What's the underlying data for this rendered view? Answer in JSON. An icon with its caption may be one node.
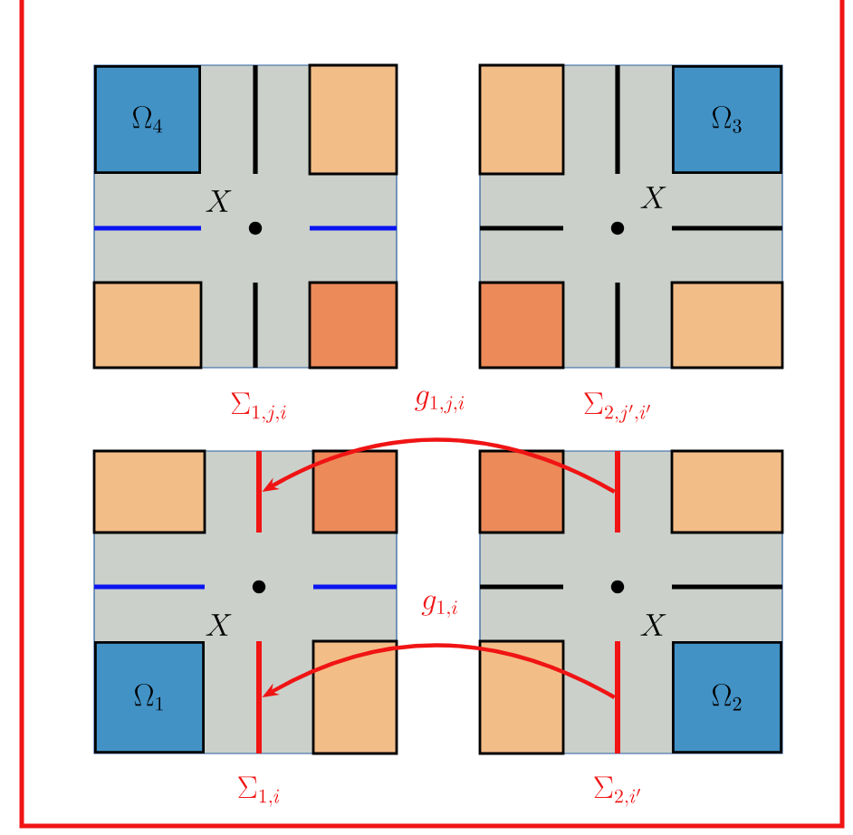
{
  "diagram": {
    "nodes": [
      {
        "text": [
          "\\Omega_4"
        ]
      },
      {
        "text": [
          "\\Omega_3"
        ]
      },
      {
        "text": [
          "\\Sigma_{1,j,i}"
        ]
      },
      {
        "text": [
          "\\Sigma_{2,j',i'}"
        ]
      },
      {
        "text": [
          "\\Omega_1"
        ]
      },
      {
        "text": [
          "\\Omega_2"
        ]
      },
      {
        "text": [
          "\\Sigma_{1,i}"
        ]
      },
      {
        "text": [
          "\\Sigma_{2,i'}"
        ]
      }
    ],
    "edges": [
      {
        "from": 3,
        "to": 2,
        "arrow": "to",
        "label": "g_{1,j,i}"
      },
      {
        "from": 7,
        "to": 6,
        "arrow": "to",
        "label": "g_{1,i}"
      }
    ],
    "labels": [
      "X",
      "X",
      "X",
      "X"
    ]
  }
}
